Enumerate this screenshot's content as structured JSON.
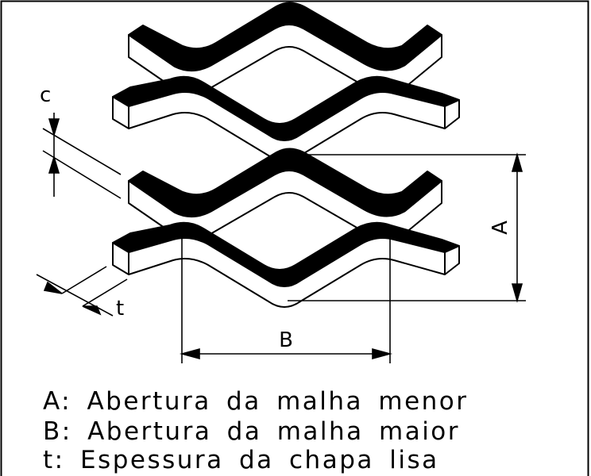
{
  "labels": {
    "c": "c",
    "a": "A",
    "b": "B",
    "t": "t"
  },
  "legend": [
    "A: Abertura da malha menor",
    "B: Abertura da malha maior",
    "t: Espessura da chapa lisa"
  ],
  "colors": {
    "ink": "#000000",
    "paper": "#ffffff"
  }
}
